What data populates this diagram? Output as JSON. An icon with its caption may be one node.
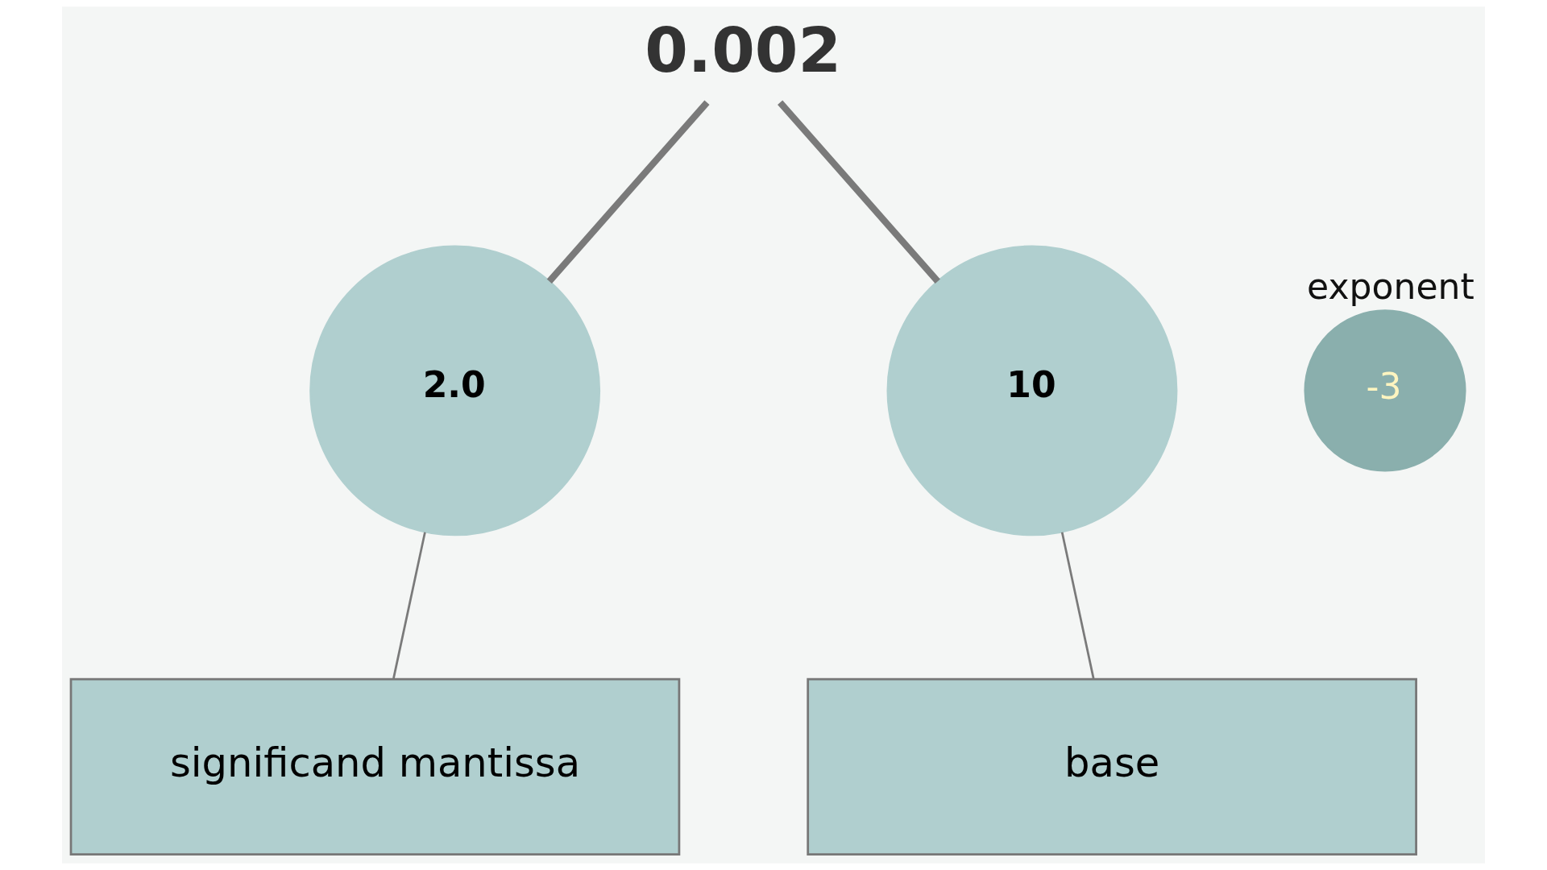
{
  "diagram": {
    "nodes": [
      {
        "text": [
          "0.002"
        ]
      },
      {
        "text": [
          "2.0"
        ]
      },
      {
        "text": [
          "10"
        ]
      },
      {
        "text": [
          "-3"
        ],
        "beside": [
          "exponent"
        ]
      },
      {
        "text": [
          "significand mantissa"
        ]
      },
      {
        "text": [
          "base"
        ]
      }
    ],
    "edges": [
      {
        "from": 0,
        "to": 1,
        "arrow": "none",
        "style": "thick"
      },
      {
        "from": 0,
        "to": 2,
        "arrow": "none",
        "style": "thick"
      },
      {
        "from": 4,
        "to": 1,
        "arrow": "none"
      },
      {
        "from": 5,
        "to": 2,
        "arrow": "none"
      }
    ]
  }
}
